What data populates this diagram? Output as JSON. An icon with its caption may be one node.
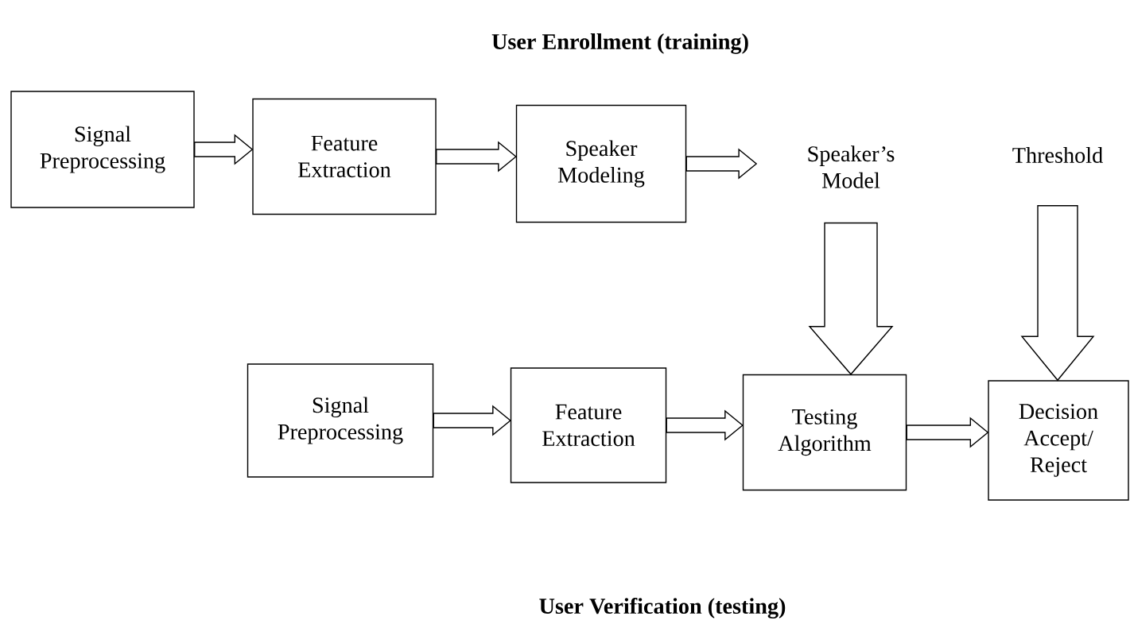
{
  "diagram": {
    "title": "User Enrollment (training)",
    "caption": "User Verification (testing)",
    "nodes": [
      {
        "text": [
          "Signal Preprocessing"
        ]
      },
      {
        "text": [
          "Feature Extraction"
        ]
      },
      {
        "text": [
          "Speaker Modeling"
        ]
      },
      {
        "text": [
          "Speaker’s Model"
        ]
      },
      {
        "text": [
          "Threshold"
        ]
      },
      {
        "text": [
          "Signal Preprocessing"
        ]
      },
      {
        "text": [
          "Feature Extraction"
        ]
      },
      {
        "text": [
          "Testing Algorithm"
        ]
      },
      {
        "text": [
          "Decision Accept/ Reject"
        ]
      }
    ],
    "edges": [
      {
        "from": 0,
        "to": 1,
        "arrow": "to"
      },
      {
        "from": 1,
        "to": 2,
        "arrow": "to"
      },
      {
        "from": 2,
        "to": 3,
        "arrow": "to"
      },
      {
        "from": 3,
        "to": 7,
        "arrow": "to"
      },
      {
        "from": 4,
        "to": 8,
        "arrow": "to"
      },
      {
        "from": 5,
        "to": 6,
        "arrow": "to"
      },
      {
        "from": 6,
        "to": 7,
        "arrow": "to"
      },
      {
        "from": 7,
        "to": 8,
        "arrow": "to"
      }
    ]
  }
}
